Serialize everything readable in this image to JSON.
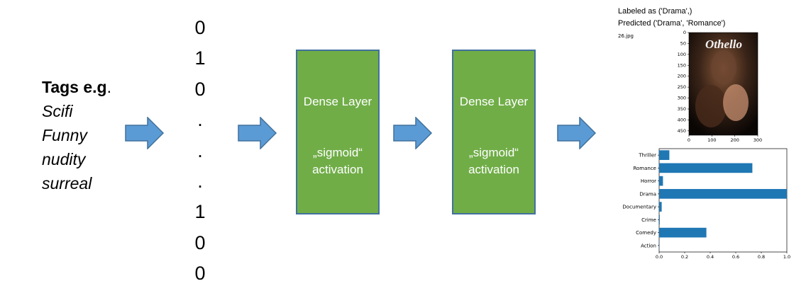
{
  "input_tags": {
    "title": "Tags e.g",
    "title_dot": ".",
    "items": [
      "Scifi",
      "Funny",
      "nudity",
      "surreal"
    ]
  },
  "vector": [
    "0",
    "1",
    "0",
    ".",
    ".",
    ".",
    "1",
    "0",
    "0"
  ],
  "dense_layers": [
    {
      "name": "Dense Layer",
      "activation": "„sigmoid“ activation"
    },
    {
      "name": "Dense Layer",
      "activation": "„sigmoid“ activation"
    }
  ],
  "colors": {
    "arrow": "#5b9bd5",
    "arrow_border": "#41719c",
    "dense": "#70ad47",
    "bar": "#1f77b4"
  },
  "prediction": {
    "labeled": "Labeled as ('Drama',)",
    "predicted": "Predicted ('Drama', 'Romance')",
    "filename": "26.jpg",
    "poster_text": "Othello",
    "image_axes": {
      "y_ticks": [
        "0",
        "50",
        "100",
        "150",
        "200",
        "250",
        "300",
        "350",
        "400",
        "450"
      ],
      "x_ticks": [
        "0",
        "100",
        "200",
        "300"
      ]
    }
  },
  "chart_data": {
    "type": "bar",
    "orientation": "horizontal",
    "categories": [
      "Action",
      "Comedy",
      "Crime",
      "Documentary",
      "Drama",
      "Horror",
      "Romance",
      "Thriller"
    ],
    "values": [
      0.0,
      0.37,
      0.005,
      0.02,
      1.0,
      0.03,
      0.73,
      0.08
    ],
    "xlim": [
      0,
      1.0
    ],
    "x_ticks": [
      "0.0",
      "0.2",
      "0.4",
      "0.6",
      "0.8",
      "1.0"
    ],
    "title": "",
    "xlabel": "",
    "ylabel": ""
  }
}
